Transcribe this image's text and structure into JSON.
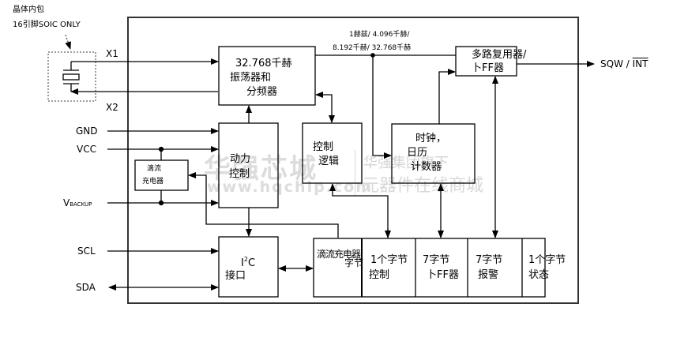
{
  "crystal": {
    "note_line1": "晶体内包",
    "note_line2": "16引脚SOIC ONLY"
  },
  "pins": {
    "x1": "X1",
    "x2": "X2",
    "gnd": "GND",
    "vcc": "VCC",
    "vbackup_main": "V",
    "vbackup_sub": "BACKUP",
    "scl": "SCL",
    "sda": "SDA",
    "sqw": "SQW / ",
    "int": "INT"
  },
  "blocks": {
    "oscillator": [
      "32.768千赫",
      "振荡器和",
      "分频器"
    ],
    "mux": [
      "多路复用器/",
      "卜FF器"
    ],
    "power_control": [
      "动力",
      "控制"
    ],
    "control_logic": [
      "控制",
      "逻辑"
    ],
    "clock_calendar": [
      "时钟，",
      "日历",
      "计数器"
    ],
    "trickle_charger": [
      "滴流",
      "充电器"
    ],
    "i2c": {
      "i": "I",
      "sup": "2",
      "c": "C",
      "line2": "接口"
    }
  },
  "frequency_label": {
    "line1": "1赫兹/ 4.096千赫/",
    "line2": "8.192千赫/ 32.768千赫"
  },
  "registers": [
    {
      "line1": "滴流充电器",
      "line2": "字节"
    },
    {
      "line1": "1个字节",
      "line2": "控制"
    },
    {
      "line1": "7字节",
      "line2": "卜FF器"
    },
    {
      "line1": "7字节",
      "line2": "报警"
    },
    {
      "line1": "1个字节",
      "line2": "状态"
    }
  ],
  "watermark": {
    "brand": "华强芯城",
    "url": "www.hqchip.com",
    "group": "华强集团旗下",
    "slogan": "元器件在线商城"
  }
}
